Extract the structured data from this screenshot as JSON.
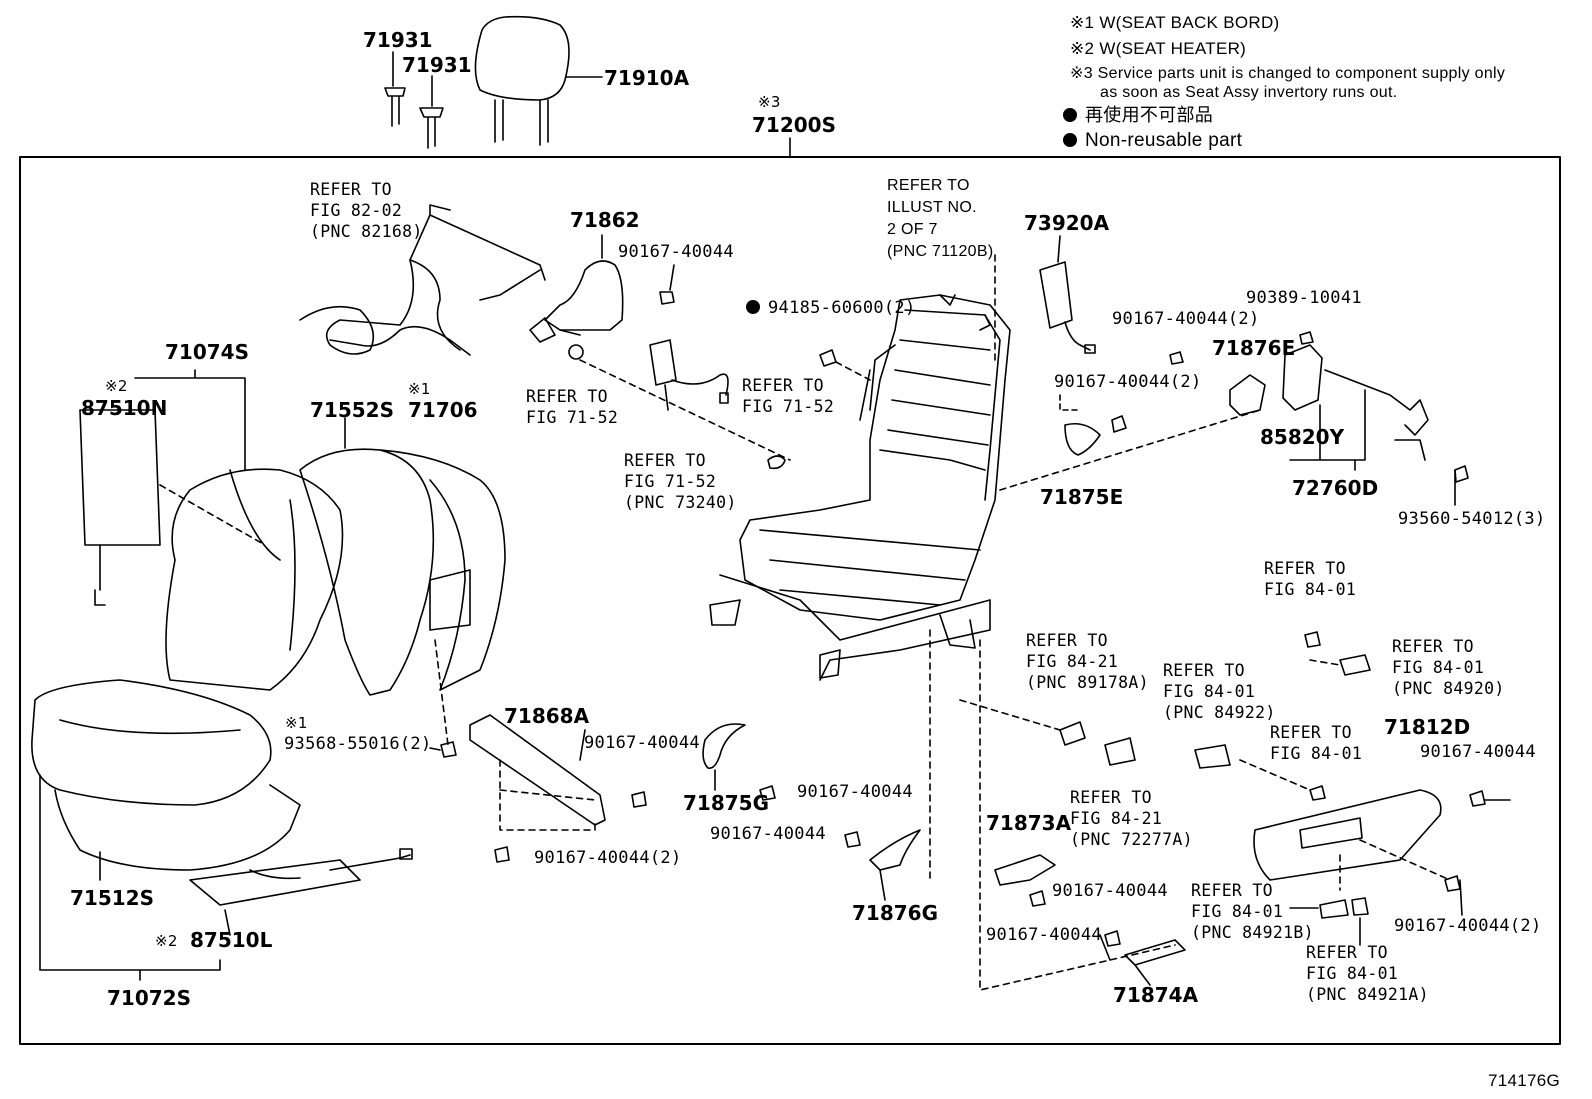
{
  "notes": {
    "n1": "※1 W(SEAT BACK BORD)",
    "n2": "※2 W(SEAT HEATER)",
    "n3a": "※3 Service parts unit is changed to component supply only",
    "n3b": "as soon as Seat Assy invertory runs out.",
    "dot1": "再使用不可部品",
    "dot2": "Non-reusable part"
  },
  "figure_id": "714176G",
  "marks": {
    "m1": "※1",
    "m2": "※2",
    "m3": "※3"
  },
  "parts": {
    "p71931a": "71931",
    "p71931b": "71931",
    "p71910A": "71910A",
    "p71200S": "71200S",
    "p71862": "71862",
    "p73920A": "73920A",
    "p71074S": "71074S",
    "p87510N": "87510N",
    "p71552S": "71552S",
    "p71706": "71706",
    "p71876E": "71876E",
    "p85820Y": "85820Y",
    "p72760D": "72760D",
    "p71875E": "71875E",
    "p71868A": "71868A",
    "p71875G": "71875G",
    "p71812D": "71812D",
    "p71873A": "71873A",
    "p71876G": "71876G",
    "p71874A": "71874A",
    "p71512S": "71512S",
    "p87510L": "87510L",
    "p71072S": "71072S",
    "b90167_a": "90167-40044",
    "b94185": "94185-60600(2)",
    "b90167_2a": "90167-40044(2)",
    "b90389": "90389-10041",
    "b90167_2b": "90167-40044(2)",
    "b93560": "93560-54012(3)",
    "b93568": "93568-55016(2)",
    "b90167_b": "90167-40044",
    "b90167_c": "90167-40044",
    "b90167_2c": "90167-40044(2)",
    "b90167_d": "90167-40044",
    "b90167_e": "90167-40044",
    "b90167_f": "90167-40044",
    "b90167_g": "90167-40044",
    "b90167_2d": "90167-40044(2)"
  },
  "refs": {
    "r8202": "REFER TO\nFIG 82-02\n(PNC 82168)",
    "r7152a": "REFER TO\nFIG 71-52",
    "r7152b": "REFER TO\nFIG 71-52",
    "r7152c": "REFER TO\nFIG 71-52\n(PNC 73240)",
    "rIllus": "REFER TO\nILLUST NO.\n2 OF 7\n(PNC 71120B)",
    "r8401a": "REFER TO\nFIG 84-01",
    "r8421a": "REFER TO\nFIG 84-21\n(PNC 89178A)",
    "r8401b": "REFER TO\nFIG 84-01\n(PNC 84922)",
    "r8401c": "REFER TO\nFIG 84-01\n(PNC 84920)",
    "r8401d": "REFER TO\nFIG 84-01",
    "r8421b": "REFER TO\nFIG 84-21\n(PNC 72277A)",
    "r8401e": "REFER TO\nFIG 84-01\n(PNC 84921B)",
    "r8401f": "REFER TO\nFIG 84-01\n(PNC 84921A)"
  }
}
